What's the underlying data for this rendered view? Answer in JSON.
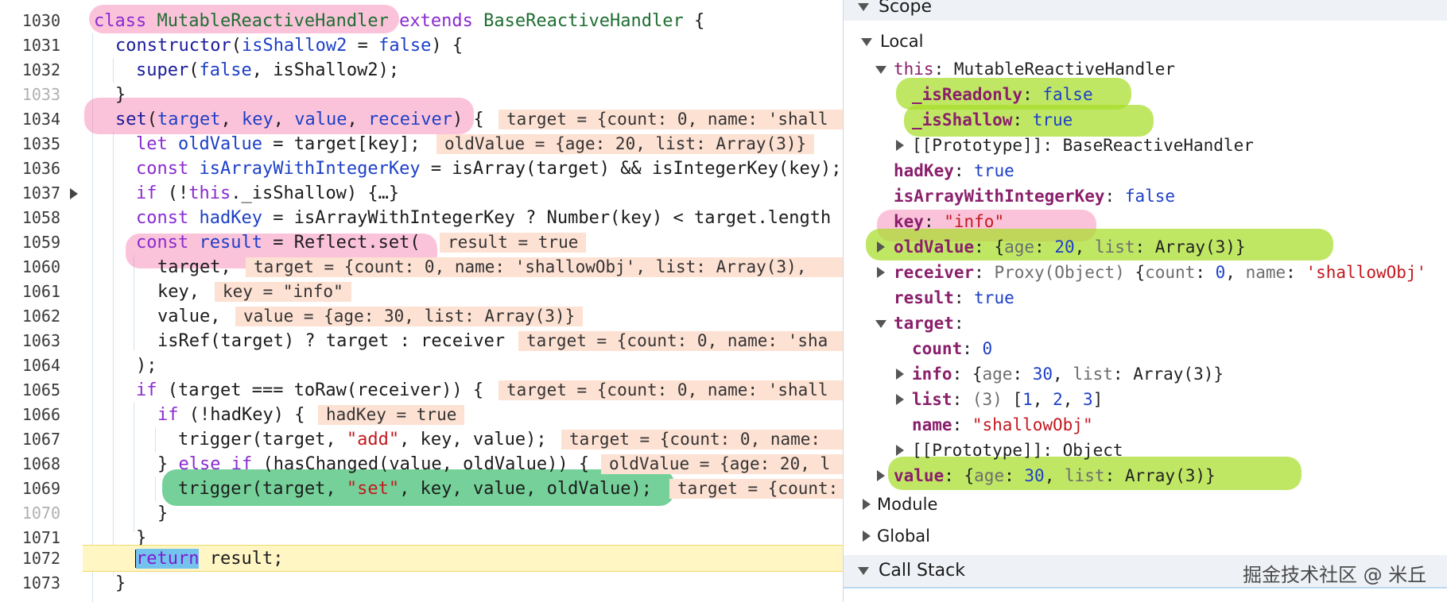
{
  "editor": {
    "lines": [
      {
        "num": "1030"
      },
      {
        "num": "1031"
      },
      {
        "num": "1032"
      },
      {
        "num": "1033",
        "dim": true
      },
      {
        "num": "1034"
      },
      {
        "num": "1035"
      },
      {
        "num": "1036"
      },
      {
        "num": "1037"
      },
      {
        "num": "1058"
      },
      {
        "num": "1059"
      },
      {
        "num": "1060"
      },
      {
        "num": "1061"
      },
      {
        "num": "1062"
      },
      {
        "num": "1063"
      },
      {
        "num": "1064"
      },
      {
        "num": "1065"
      },
      {
        "num": "1066"
      },
      {
        "num": "1067"
      },
      {
        "num": "1068"
      },
      {
        "num": "1069"
      },
      {
        "num": "1070",
        "dim": true
      },
      {
        "num": "1071"
      },
      {
        "num": "1072"
      },
      {
        "num": "1073"
      }
    ],
    "inline_values": {
      "l1034": "target = {count: 0, name: 'shall",
      "l1035": "oldValue = {age: 20, list: Array(3)}",
      "l1059": "result = true",
      "l1060": "target = {count: 0, name: 'shallowObj', list: Array(3),",
      "l1061": "key = \"info\"",
      "l1062": "value = {age: 30, list: Array(3)}",
      "l1063": "target = {count: 0, name: 'sha",
      "l1065": "target = {count: 0, name: 'shall",
      "l1066": "hadKey = true",
      "l1067": "target = {count: 0, name:",
      "l1068": "oldValue = {age: 20, l",
      "l1069": "target = {count:"
    }
  },
  "scope": {
    "title": "Scope",
    "local_label": "Local",
    "this_key": "this",
    "this_val": "MutableReactiveHandler",
    "is_readonly_key": "_isReadonly",
    "is_readonly_val": "false",
    "is_shallow_key": "_isShallow",
    "is_shallow_val": "true",
    "proto1": "[[Prototype]]: BaseReactiveHandler",
    "hadkey_key": "hadKey",
    "hadkey_val": "true",
    "isarr_key": "isArrayWithIntegerKey",
    "isarr_val": "false",
    "key_key": "key",
    "key_val": "\"info\"",
    "oldvalue_key": "oldValue",
    "receiver_key": "receiver",
    "receiver_prefix": "Proxy(Object)",
    "result_key": "result",
    "result_val": "true",
    "target_key": "target",
    "count_key": "count",
    "count_val": "0",
    "info_key": "info",
    "list_key": "list",
    "list_len": "(3)",
    "name_key": "name",
    "name_val": "\"shallowObj\"",
    "proto2": "[[Prototype]]: Object",
    "value_key": "value",
    "module_label": "Module",
    "global_label": "Global"
  },
  "callstack": {
    "title": "Call Stack"
  },
  "watermark": "掘金技术社区 @ 米丘"
}
